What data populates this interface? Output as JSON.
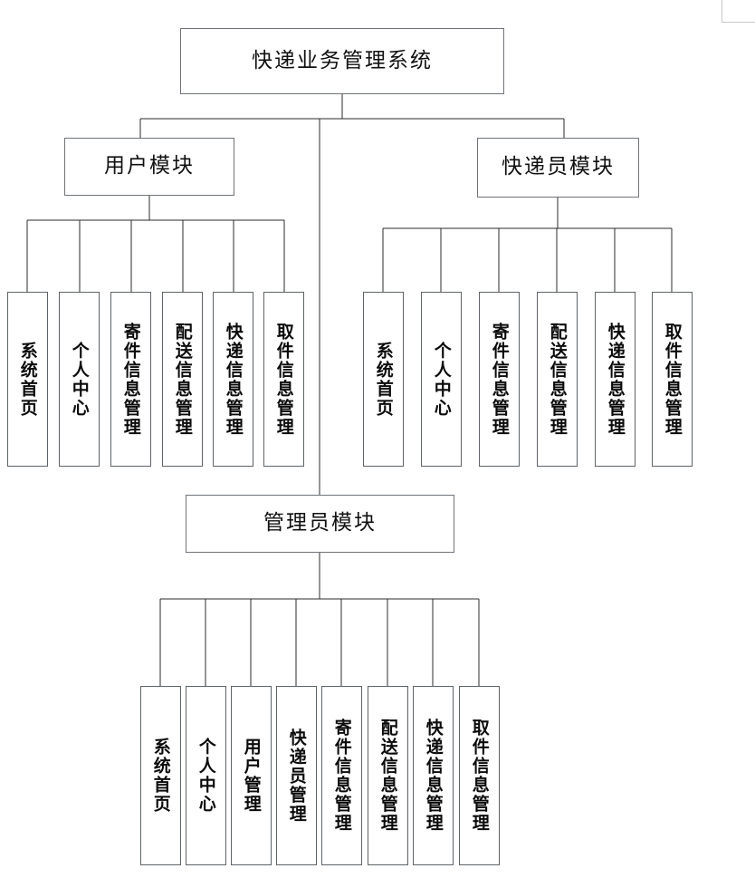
{
  "diagram": {
    "type": "tree",
    "title": "快递业务管理系统",
    "orientation": "top-down",
    "root": {
      "label": "快递业务管理系统"
    },
    "modules": [
      {
        "id": "user-module",
        "label": "用户模块",
        "children": [
          {
            "label": "系统首页"
          },
          {
            "label": "个人中心"
          },
          {
            "label": "寄件信息管理"
          },
          {
            "label": "配送信息管理"
          },
          {
            "label": "快递信息管理"
          },
          {
            "label": "取件信息管理"
          }
        ]
      },
      {
        "id": "courier-module",
        "label": "快递员模块",
        "children": [
          {
            "label": "系统首页"
          },
          {
            "label": "个人中心"
          },
          {
            "label": "寄件信息管理"
          },
          {
            "label": "配送信息管理"
          },
          {
            "label": "快递信息管理"
          },
          {
            "label": "取件信息管理"
          }
        ]
      },
      {
        "id": "admin-module",
        "label": "管理员模块",
        "children": [
          {
            "label": "系统首页"
          },
          {
            "label": "个人中心"
          },
          {
            "label": "用户管理"
          },
          {
            "label": "快递员管理"
          },
          {
            "label": "寄件信息管理"
          },
          {
            "label": "配送信息管理"
          },
          {
            "label": "快递信息管理"
          },
          {
            "label": "取件信息管理"
          }
        ]
      }
    ],
    "colors": {
      "box_border": "#6f7377",
      "leaf_border": "#5e6367",
      "connector": "#2b2b2b",
      "text": "#111111",
      "background": "#ffffff"
    }
  }
}
